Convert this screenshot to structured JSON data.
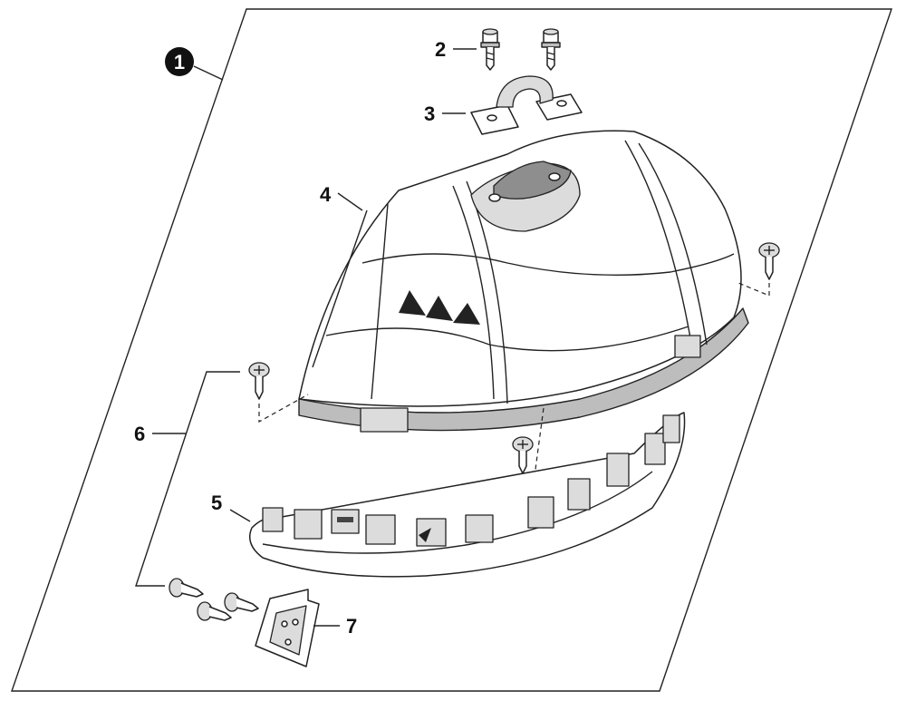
{
  "assembly_badge": "1",
  "callouts": [
    {
      "id": "2",
      "text": "2"
    },
    {
      "id": "3",
      "text": "3"
    },
    {
      "id": "4",
      "text": "4"
    },
    {
      "id": "5",
      "text": "5"
    },
    {
      "id": "6",
      "text": "6"
    },
    {
      "id": "7",
      "text": "7"
    }
  ],
  "colors": {
    "line": "#222222",
    "shade": "#bdbdbd",
    "light": "#dcdcdc",
    "badge": "#111111"
  }
}
